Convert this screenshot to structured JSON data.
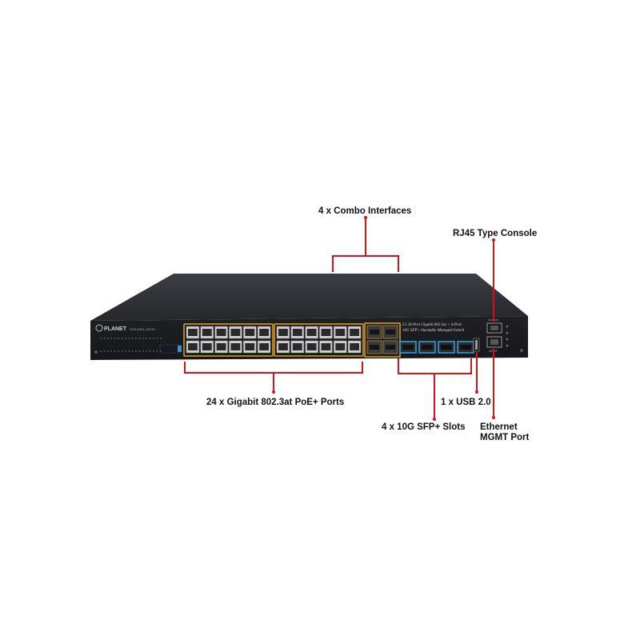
{
  "callouts": {
    "combo": "4 x Combo Interfaces",
    "console": "RJ45 Type Console",
    "poe_ports": "24 x Gigabit 802.3at PoE+ Ports",
    "usb": "1 x USB 2.0",
    "sfp": "4 x 10G SFP+ Slots",
    "mgmt_line1": "Ethernet",
    "mgmt_line2": "MGMT Port"
  },
  "device": {
    "brand": "PLANET",
    "model": "SGS-6341-24P4X",
    "desc_line1": "L3 24-Port Gigabit 802.3at + 4-Port",
    "desc_line2": "10G SFP+ Stackable Managed Switch",
    "console_label": "Console",
    "mgmt_label": "MGMT"
  },
  "colors": {
    "callout_line": "#d4121c",
    "port_outline": "#e0a020",
    "sfp_outline": "#3aa0e0",
    "chassis": "#2a2c31"
  }
}
